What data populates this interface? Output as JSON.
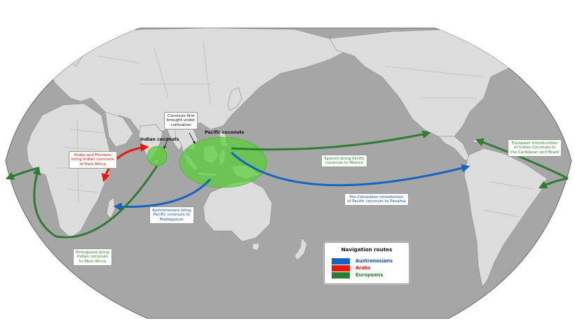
{
  "legend": {
    "title": "Navigation routes",
    "items": [
      {
        "label": "Austronesians",
        "color": "#1565c0"
      },
      {
        "label": "Arabs",
        "color": "#e8190b"
      },
      {
        "label": "Europeans",
        "color": "#2e7d32"
      }
    ]
  },
  "regions": {
    "indian": {
      "label": "Indian coconuts",
      "color": "#55d035"
    },
    "pacific": {
      "label": "Pacific coconuts",
      "color": "#55d035"
    }
  },
  "annotations": {
    "cultivation": "Coconuts first\nbrought under\ncultivation",
    "arabs_east_africa": "Arabs and Persians\nbring Indian coconuts\nto East Africa",
    "austro_madagascar": "Austronesians bring\nPacific coconuts to\nMadagascar",
    "spanish_mexico": "Spanish bring Pacific\ncoconuts to Mexico",
    "precolumbian_panama": "Pre-Columbian introduction\nof Pacific coconuts to Panama",
    "portuguese_west_africa": "Portuguese bring\nIndian coconuts\nto West Africa",
    "european_caribbean": "European introductions\nof Indian Coconuts to\nthe Caribbean and Brazil"
  },
  "colors": {
    "land": "#dcdcdc",
    "ocean": "#a6a6a6",
    "borders": "#8c8c8c"
  }
}
